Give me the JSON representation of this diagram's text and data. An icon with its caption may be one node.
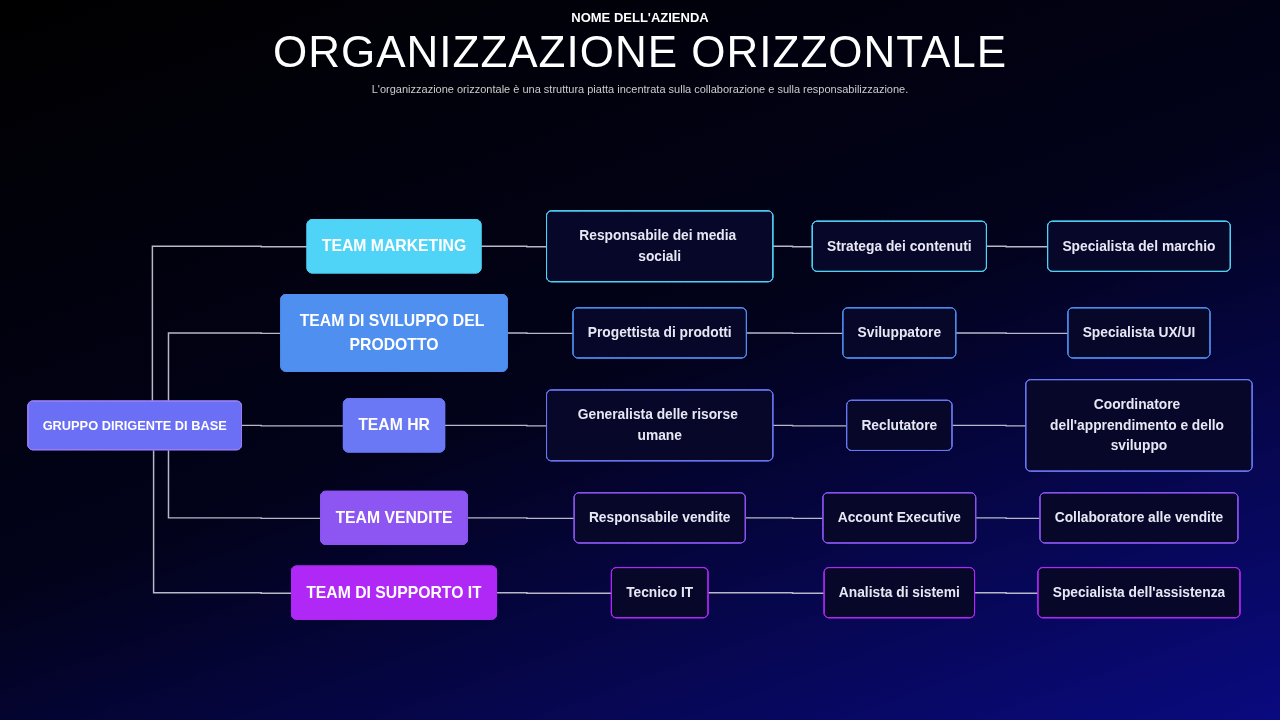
{
  "diagram": {
    "title": "ORGANIZZAZIONE ORIZZONTALE",
    "nodes": [
      {
        "text": [
          "GRUPPO DIRIGENTE DI BASE"
        ]
      },
      {
        "text": [
          "TEAM MARKETING"
        ]
      },
      {
        "text": [
          "Responsabile dei media sociali"
        ]
      },
      {
        "text": [
          "Stratega dei contenuti"
        ]
      },
      {
        "text": [
          "Specialista del marchio"
        ]
      },
      {
        "text": [
          "TEAM DI SVILUPPO DEL PRODOTTO"
        ]
      },
      {
        "text": [
          "Progettista di prodotti"
        ]
      },
      {
        "text": [
          "Sviluppatore"
        ]
      },
      {
        "text": [
          "Specialista UX/UI"
        ]
      },
      {
        "text": [
          "TEAM HR"
        ]
      },
      {
        "text": [
          "Generalista delle risorse umane"
        ]
      },
      {
        "text": [
          "Reclutatore"
        ]
      },
      {
        "text": [
          "Coordinatore dell'apprendimento e dello sviluppo"
        ]
      },
      {
        "text": [
          "TEAM VENDITE"
        ]
      },
      {
        "text": [
          "Responsabile vendite"
        ]
      },
      {
        "text": [
          "Account Executive"
        ]
      },
      {
        "text": [
          "Collaboratore alle vendite"
        ]
      },
      {
        "text": [
          "TEAM DI SUPPORTO IT"
        ]
      },
      {
        "text": [
          "Tecnico IT"
        ]
      },
      {
        "text": [
          "Analista di sistemi"
        ]
      },
      {
        "text": [
          "Specialista dell'assistenza"
        ]
      }
    ],
    "edges": [
      {
        "from": 0,
        "to": 1,
        "arrow": "none"
      },
      {
        "from": 0,
        "to": 5,
        "arrow": "none"
      },
      {
        "from": 0,
        "to": 9,
        "arrow": "none"
      },
      {
        "from": 0,
        "to": 13,
        "arrow": "none"
      },
      {
        "from": 0,
        "to": 17,
        "arrow": "none"
      },
      {
        "from": 1,
        "to": 2,
        "arrow": "none"
      },
      {
        "from": 2,
        "to": 3,
        "arrow": "none"
      },
      {
        "from": 3,
        "to": 4,
        "arrow": "none"
      },
      {
        "from": 5,
        "to": 6,
        "arrow": "none"
      },
      {
        "from": 6,
        "to": 7,
        "arrow": "none"
      },
      {
        "from": 7,
        "to": 8,
        "arrow": "none"
      },
      {
        "from": 9,
        "to": 10,
        "arrow": "none"
      },
      {
        "from": 10,
        "to": 11,
        "arrow": "none"
      },
      {
        "from": 11,
        "to": 12,
        "arrow": "none"
      },
      {
        "from": 13,
        "to": 14,
        "arrow": "none"
      },
      {
        "from": 14,
        "to": 15,
        "arrow": "none"
      },
      {
        "from": 15,
        "to": 16,
        "arrow": "none"
      },
      {
        "from": 17,
        "to": 18,
        "arrow": "none"
      },
      {
        "from": 18,
        "to": 19,
        "arrow": "none"
      },
      {
        "from": 19,
        "to": 20,
        "arrow": "none"
      }
    ],
    "labels": [
      "NOME DELL'AZIENDA",
      "L'organizzazione orizzontale è una struttura piatta incentrata sulla collaborazione e sulla responsabilizzazione."
    ]
  }
}
